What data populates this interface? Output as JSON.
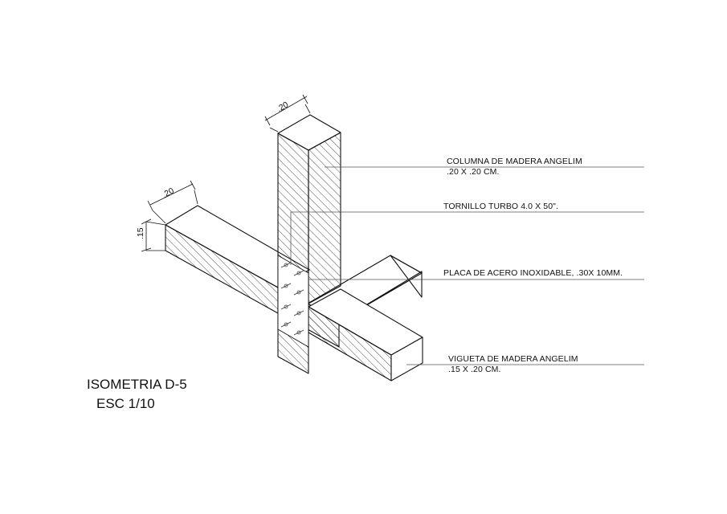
{
  "labels": {
    "columna": {
      "line1": "COLUMNA DE MADERA ANGELIM",
      "line2": ".20 X .20 CM."
    },
    "tornillo": {
      "line1": "TORNILLO TURBO 4.0 X 50\"."
    },
    "placa": {
      "line1": "PLACA DE ACERO INOXIDABLE, .30X 10MM."
    },
    "vigueta": {
      "line1": "VIGUETA DE MADERA ANGELIM",
      "line2": ".15 X .20 CM."
    }
  },
  "dimensions": {
    "column_width": ".20",
    "beam_width": ".20",
    "beam_height": ".15"
  },
  "title": {
    "main": "ISOMETRIA D-5",
    "scale": "ESC 1/10"
  },
  "colors": {
    "line": "#111111",
    "hatch": "#222222",
    "background": "#ffffff"
  }
}
